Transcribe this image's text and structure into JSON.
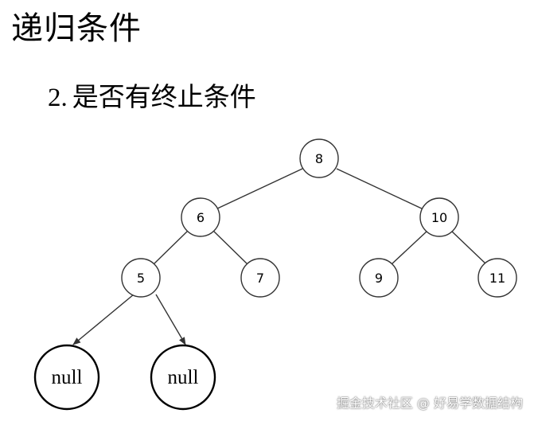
{
  "slide": {
    "title": "递归条件",
    "subtitle_number": "2.",
    "subtitle_text": "是否有终止条件"
  },
  "tree": {
    "root": "8",
    "level1": [
      "6",
      "10"
    ],
    "level2": [
      "5",
      "7",
      "9",
      "11"
    ],
    "null_nodes": [
      "null",
      "null"
    ]
  },
  "watermark": "掘金技术社区 @ 好易学数据结构",
  "colors": {
    "text": "#000000",
    "stroke": "#333333",
    "node_fill": "#ffffff",
    "background": "#ffffff"
  }
}
